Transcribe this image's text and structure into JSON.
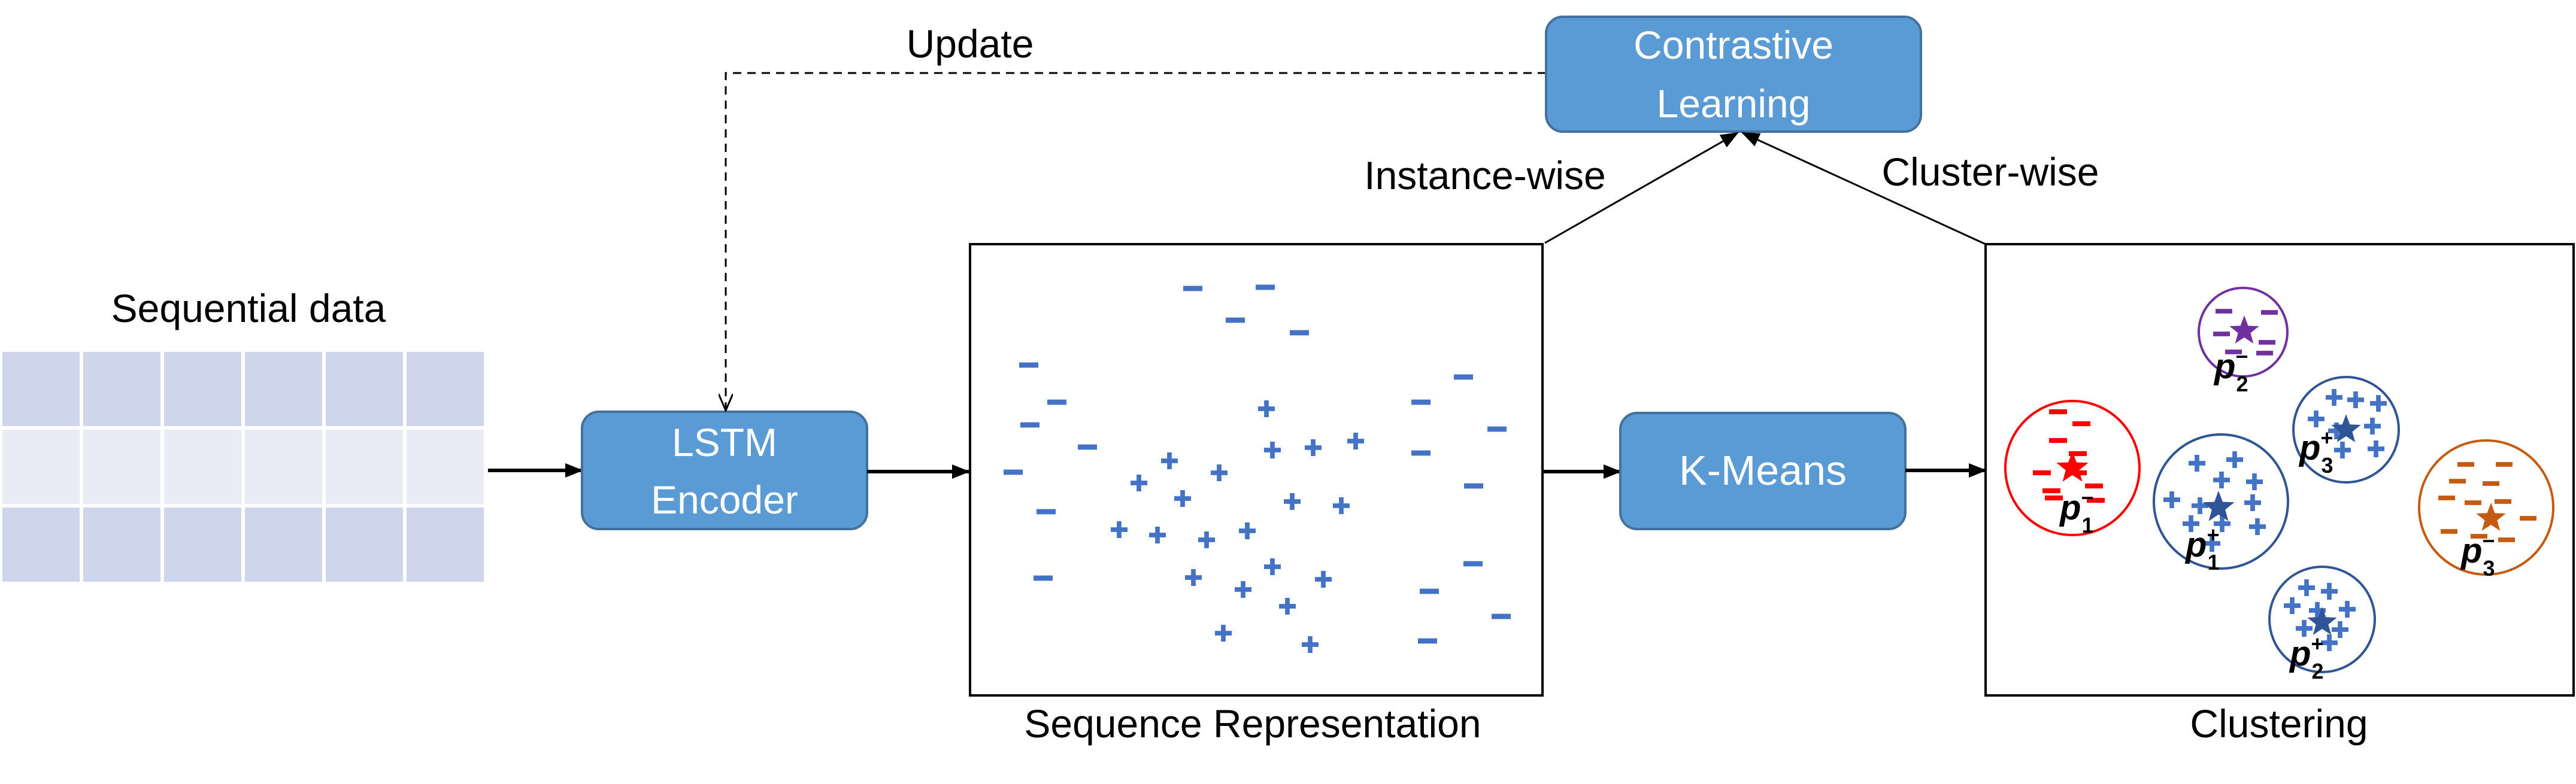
{
  "labels": {
    "sequential_data": "Sequential data",
    "update": "Update",
    "instance_wise": "Instance-wise",
    "cluster_wise": "Cluster-wise",
    "sequence_representation": "Sequence Representation",
    "clustering": "Clustering"
  },
  "boxes": {
    "lstm_line1": "LSTM",
    "lstm_line2": "Encoder",
    "contrastive_line1": "Contrastive",
    "contrastive_line2": "Learning",
    "kmeans": "K-Means"
  },
  "symbols": {
    "plus": "+",
    "minus": "−"
  },
  "prototypes": {
    "p1_minus": {
      "base": "p",
      "sub": "1",
      "sup": "−"
    },
    "p2_minus": {
      "base": "p",
      "sub": "2",
      "sup": "−"
    },
    "p3_minus": {
      "base": "p",
      "sub": "3",
      "sup": "−"
    },
    "p1_plus": {
      "base": "p",
      "sub": "1",
      "sup": "+"
    },
    "p2_plus": {
      "base": "p",
      "sub": "2",
      "sup": "+"
    },
    "p3_plus": {
      "base": "p",
      "sub": "3",
      "sup": "+"
    }
  },
  "colors": {
    "box_fill": "#5b9bd5",
    "box_stroke": "#41719c",
    "table_dark": "#cfd5ea",
    "table_light": "#e9ebf5",
    "point_blue": "#4472c4",
    "red": "#ff0000",
    "purple": "#7030a0",
    "orange": "#c55a11",
    "navy": "#2f5597"
  }
}
